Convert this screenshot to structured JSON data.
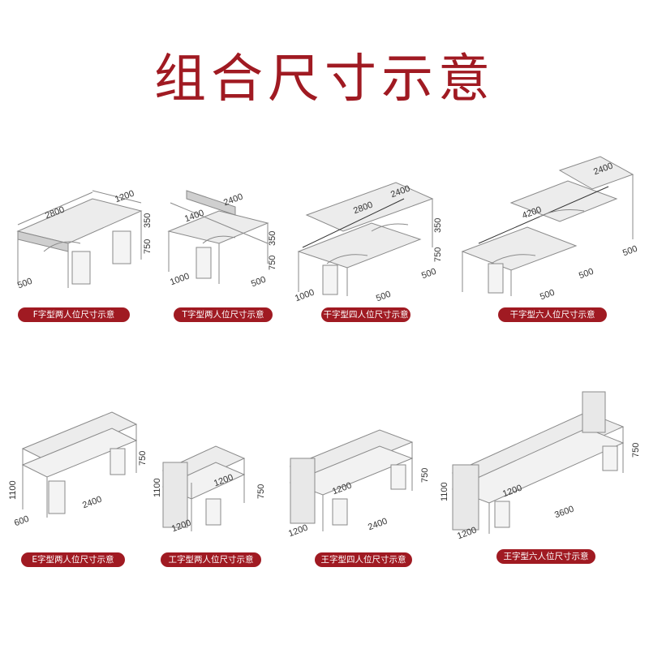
{
  "title": "组合尺寸示意",
  "colors": {
    "accent": "#a01a22",
    "line": "#8a8a8a",
    "panel": "#dcdcdc"
  },
  "items": [
    {
      "label": "F字型两人位尺寸示意",
      "dims": [
        "2800",
        "1200",
        "350",
        "750",
        "500"
      ]
    },
    {
      "label": "T字型两人位尺寸示意",
      "dims": [
        "2400",
        "1400",
        "350",
        "750",
        "1000",
        "500"
      ]
    },
    {
      "label": "干字型四人位尺寸示意",
      "dims": [
        "2400",
        "2800",
        "350",
        "750",
        "1000",
        "500",
        "500"
      ]
    },
    {
      "label": "干字型六人位尺寸示意",
      "dims": [
        "2400",
        "4200",
        "500",
        "500",
        "500"
      ]
    },
    {
      "label": "E字型两人位尺寸示意",
      "dims": [
        "750",
        "1100",
        "2400",
        "600"
      ]
    },
    {
      "label": "工字型两人位尺寸示意",
      "dims": [
        "1100",
        "1200",
        "750",
        "1200"
      ]
    },
    {
      "label": "王字型四人位尺寸示意",
      "dims": [
        "750",
        "1200",
        "2400",
        "1200"
      ]
    },
    {
      "label": "王字型六人位尺寸示意",
      "dims": [
        "750",
        "1100",
        "1200",
        "3600",
        "1200"
      ]
    }
  ]
}
